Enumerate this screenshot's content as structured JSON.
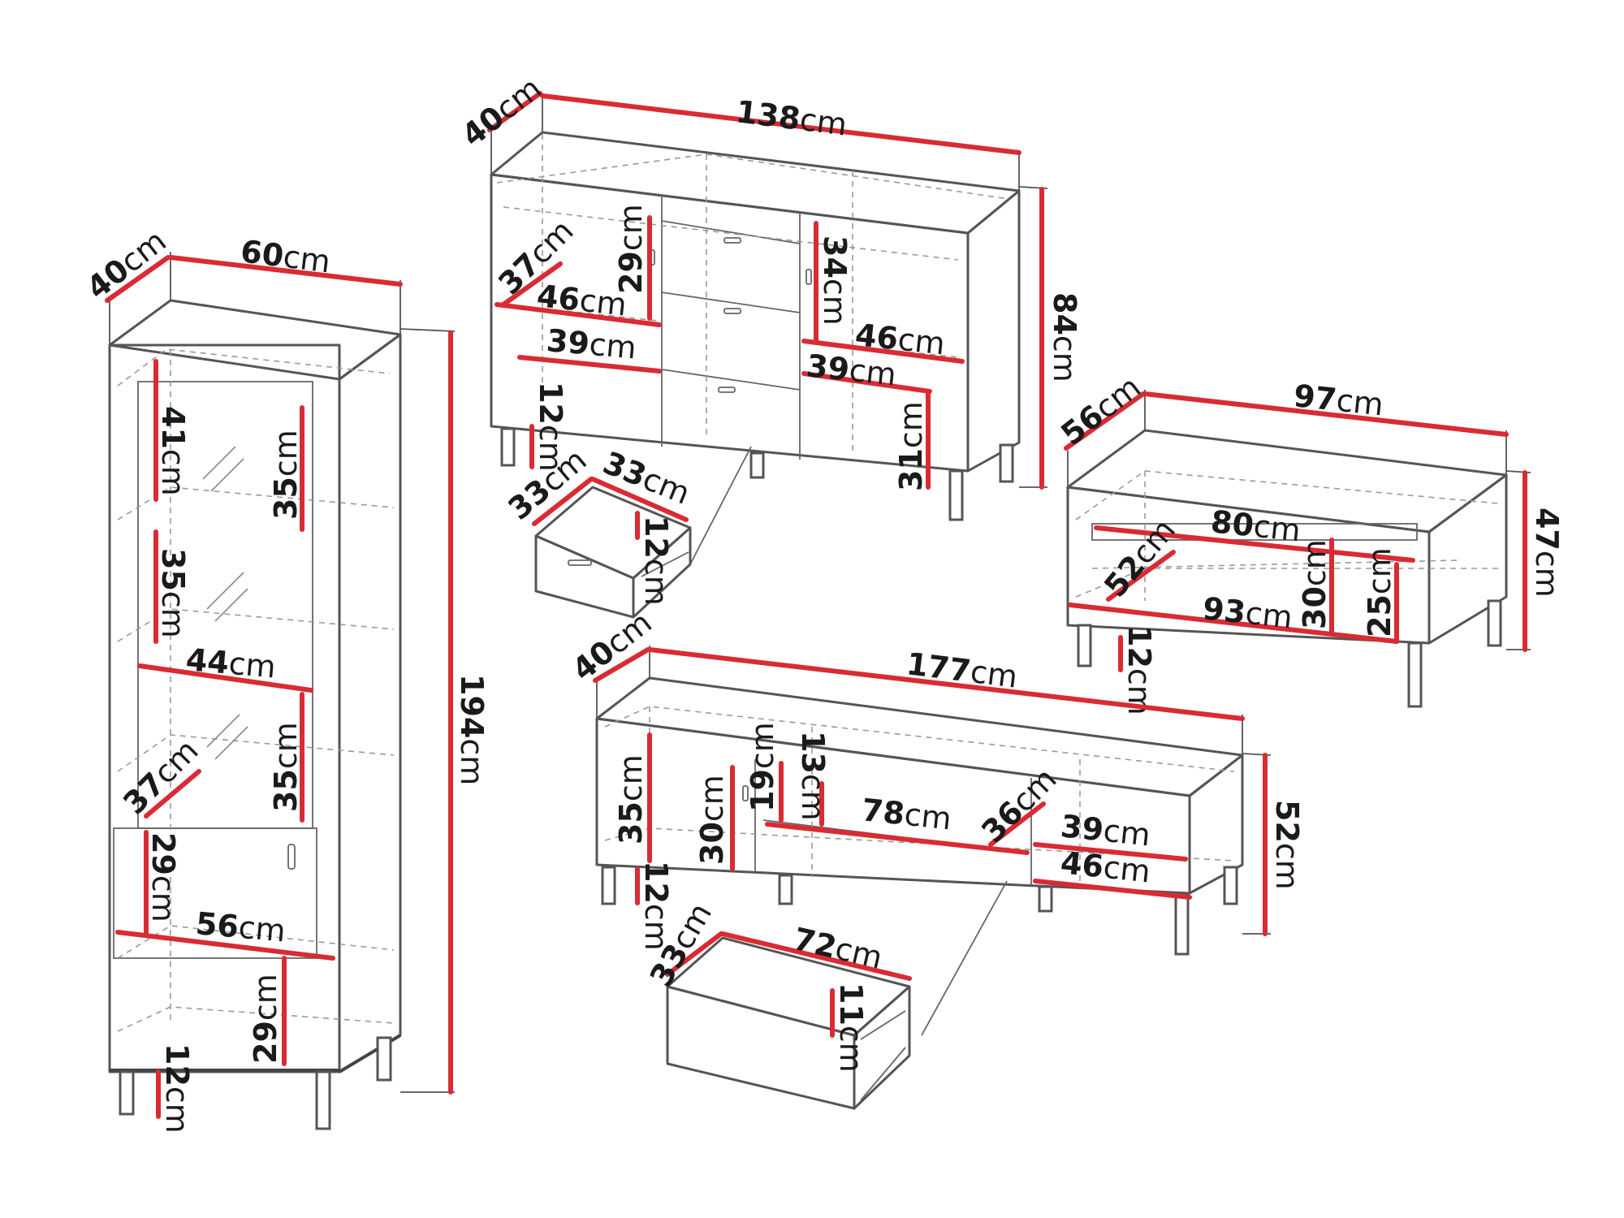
{
  "labels": {
    "vitrine_depth": "40cm",
    "vitrine_width": "60cm",
    "vitrine_height": "194cm",
    "vitrine_41": "41cm",
    "vitrine_35a": "35cm",
    "vitrine_35b": "35cm",
    "vitrine_44": "44cm",
    "vitrine_35c": "35cm",
    "vitrine_37": "37cm",
    "vitrine_29a": "29cm",
    "vitrine_56": "56cm",
    "vitrine_29b": "29cm",
    "vitrine_12": "12cm",
    "sideboard_depth": "40cm",
    "sideboard_width": "138cm",
    "sideboard_height": "84cm",
    "sideboard_37": "37cm",
    "sideboard_29": "29cm",
    "sideboard_46a": "46cm",
    "sideboard_39a": "39cm",
    "sideboard_12": "12cm",
    "sideboard_34": "34cm",
    "sideboard_46b": "46cm",
    "sideboard_39b": "39cm",
    "sideboard_31": "31cm",
    "sb_drawer_33a": "33cm",
    "sb_drawer_33b": "33cm",
    "sb_drawer_12": "12cm",
    "table_depth": "56cm",
    "table_width": "97cm",
    "table_height": "47cm",
    "table_80": "80cm",
    "table_52": "52cm",
    "table_93": "93cm",
    "table_30": "30cm",
    "table_25": "25cm",
    "table_12": "12cm",
    "tv_depth": "40cm",
    "tv_width": "177cm",
    "tv_height": "52cm",
    "tv_35": "35cm",
    "tv_30": "30cm",
    "tv_19": "19cm",
    "tv_13": "13cm",
    "tv_78": "78cm",
    "tv_36": "36cm",
    "tv_39": "39cm",
    "tv_46": "46cm",
    "tv_12": "12cm",
    "tv_drawer_33": "33cm",
    "tv_drawer_72": "72cm",
    "tv_drawer_11": "11cm"
  },
  "colors": {
    "dimension_line": "#d92b34",
    "outline": "#555555",
    "hidden_line": "#9a9a9a"
  }
}
